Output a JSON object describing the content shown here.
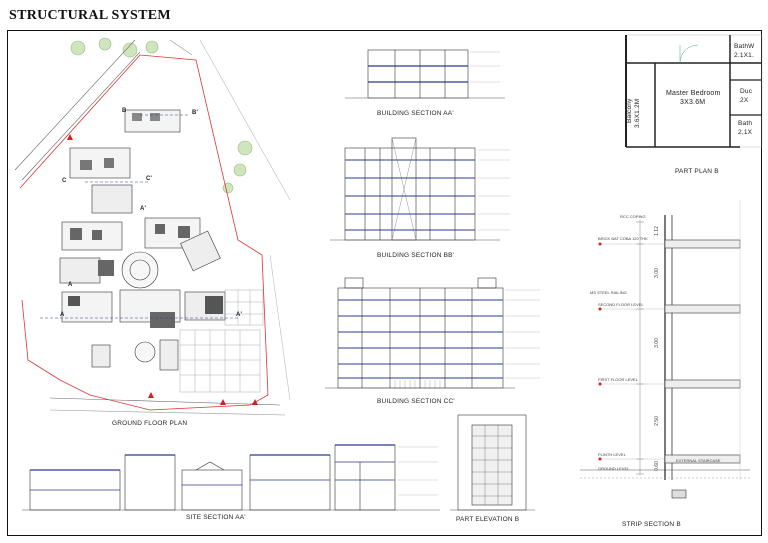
{
  "sheet": {
    "title": "STRUCTURAL SYSTEM"
  },
  "labels": {
    "ground_floor_plan": "GROUND FLOOR PLAN",
    "section_aa": "BUILDING SECTION AA'",
    "section_bb": "BUILDING SECTION BB'",
    "section_cc": "BUILDING SECTION CC'",
    "part_plan_b": "PART PLAN B",
    "site_section_aa": "SITE SECTION AA'",
    "part_elevation_b": "PART ELEVATION B",
    "strip_section_b": "STRIP SECTION B"
  },
  "part_plan": {
    "master_bedroom": "Master Bedroom",
    "master_bedroom_size": "3X3.6M",
    "balcony": "Balcony",
    "balcony_size": "3.6X1.2M",
    "bath_w": "BathW",
    "bath_w_size": "2.1X1.",
    "duct": "Duc",
    "duct_size": "2X",
    "bath": "Bath",
    "bath_size": "2,1X"
  },
  "plan_marks": {
    "a_left": "A",
    "a_right": "A'",
    "a_left_2": "A",
    "a_right_2": "A'",
    "b_left": "B",
    "b_right": "B'",
    "c_left": "C",
    "c_right": "C'"
  },
  "strip_section": {
    "dim_top": "1.12",
    "dim_mid1": "3.00",
    "dim_mid2": "3.00",
    "dim_low": "2.50",
    "dim_base": "0.60",
    "note1": "RCC COPING",
    "note2": "BRICK BAT COBA 120 THK",
    "note3": "MS STEEL RAILING",
    "note4": "SECOND FLOOR LEVEL",
    "note5": "FIRST FLOOR LEVEL",
    "note6": "PLINTH LEVEL",
    "note7": "GROUND LEVEL",
    "note8": "EXTERNAL STAIRCASE"
  },
  "colors": {
    "line": "#222222",
    "red_marker": "#d32020",
    "blue_slab": "#2b3a8c",
    "tree_green": "#bfe0a8",
    "grey": "#8a8a8a"
  }
}
